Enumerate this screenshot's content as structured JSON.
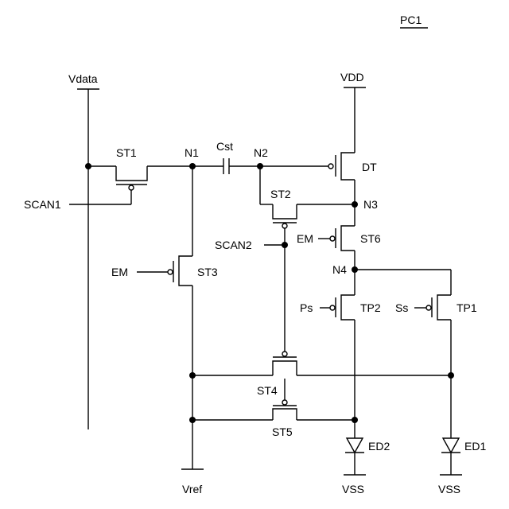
{
  "figure_label": "PC1",
  "supplies": {
    "vdata": "Vdata",
    "vdd": "VDD",
    "vref": "Vref",
    "vss_1": "VSS",
    "vss_2": "VSS"
  },
  "nodes": {
    "n1": "N1",
    "n2": "N2",
    "n3": "N3",
    "n4": "N4"
  },
  "capacitor": "Cst",
  "transistors": {
    "st1": "ST1",
    "st2": "ST2",
    "st3": "ST3",
    "st4": "ST4",
    "st5": "ST5",
    "st6": "ST6",
    "dt": "DT",
    "tp1": "TP1",
    "tp2": "TP2"
  },
  "signals": {
    "scan1": "SCAN1",
    "scan2": "SCAN2",
    "em_st3": "EM",
    "em_st6": "EM",
    "ps": "Ps",
    "ss": "Ss"
  },
  "diodes": {
    "ed1": "ED1",
    "ed2": "ED2"
  },
  "colors": {
    "ink": "#000000",
    "background": "#ffffff"
  }
}
